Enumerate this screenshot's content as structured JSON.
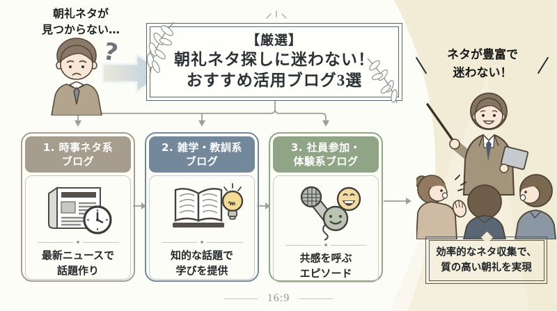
{
  "colors": {
    "page_bg": "#fdfdf8",
    "accent_beige": "#f2ebd6",
    "title_border": "#59646c",
    "connector_gray": "#99a198",
    "column1": "#a69d8e",
    "column2": "#73889b",
    "column3": "#90a585",
    "bulb_yellow": "#f3dc95",
    "smiley_yellow": "#f3dba2",
    "smiley_green": "#b9c4b2",
    "text_dark": "#25282a"
  },
  "problem": {
    "line1": "朝礼ネタが",
    "line2": "見つからない…",
    "question_mark": "?"
  },
  "title_box": {
    "line1": "【厳選】",
    "line2": "朝礼ネタ探しに迷わない！",
    "line3": "おすすめ活用ブログ3選"
  },
  "columns": [
    {
      "header_line1": "1. 時事ネタ系",
      "header_line2": "ブログ",
      "icon": "newspaper-clock-icon",
      "caption_line1": "最新ニュースで",
      "caption_line2": "話題作り",
      "color": "#a69d8e"
    },
    {
      "header_line1": "2. 雑学・教訓系",
      "header_line2": "ブログ",
      "icon": "book-lightbulb-icon",
      "caption_line1": "知的な話題で",
      "caption_line2": "学びを提供",
      "color": "#73889b"
    },
    {
      "header_line1": "3. 社員参加・",
      "header_line2": "体験系ブログ",
      "icon": "microphone-smileys-icon",
      "caption_line1": "共感を呼ぶ",
      "caption_line2": "エピソード",
      "color": "#90a585"
    }
  ],
  "result": {
    "bubble_line1": "ネタが豊富で",
    "bubble_line2": "迷わない！",
    "message_line1": "効率的なネタ収集で、",
    "message_line2": "質の高い朝礼を実現"
  },
  "footer": {
    "aspect_ratio": "16:9"
  }
}
